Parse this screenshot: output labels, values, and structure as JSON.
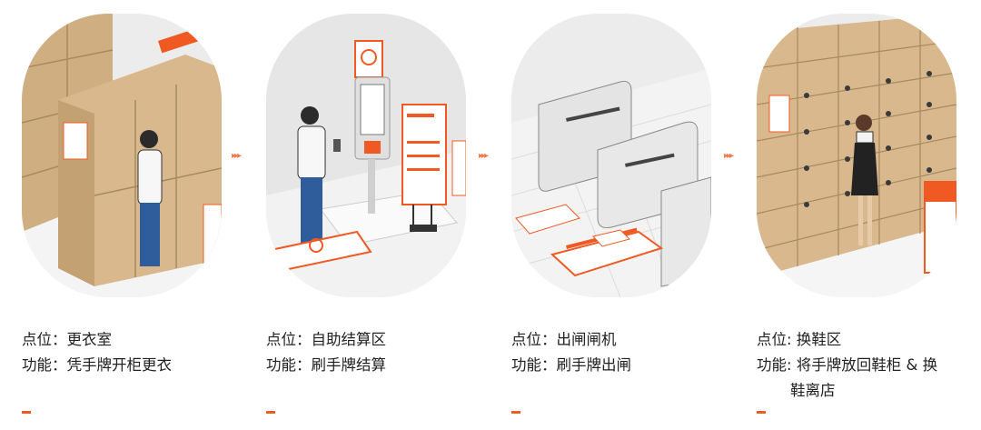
{
  "steps": [
    {
      "line1": "点位：更衣室",
      "line2": "功能：凭手牌开柜更衣"
    },
    {
      "line1": "点位：自助结算区",
      "line2": "功能：刷手牌结算"
    },
    {
      "line1": "点位：出闸闸机",
      "line2": "功能：刷手牌出闸"
    },
    {
      "line1": "点位: 换鞋区",
      "line2": "功能: 将手牌放回鞋柜 & 换",
      "line3": "鞋离店"
    }
  ],
  "arrow_glyph": "▸▸▸",
  "colors": {
    "accent": "#f05a22",
    "cabinet": "#d8b88c",
    "floor": "#ececec",
    "gate": "#e6e6e6"
  }
}
